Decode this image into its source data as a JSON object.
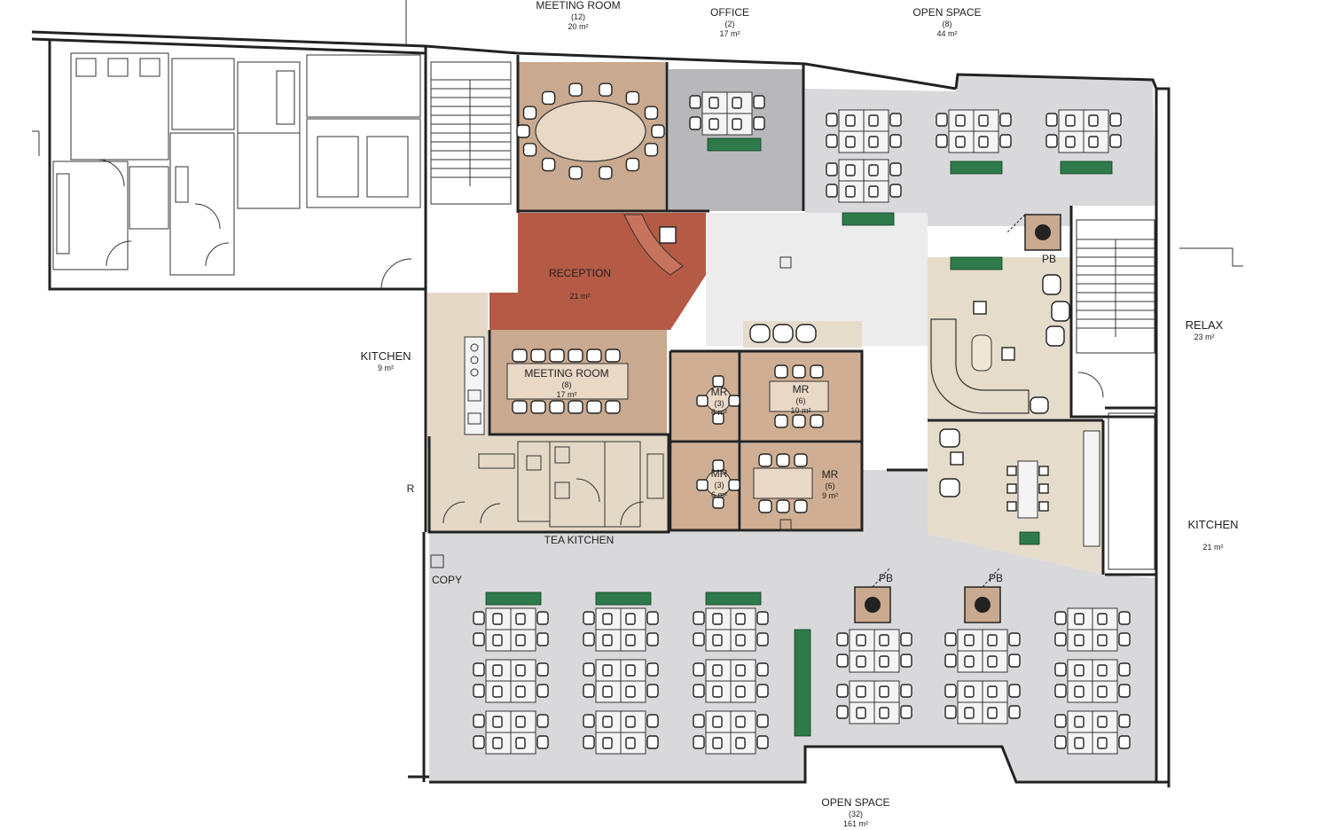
{
  "colors": {
    "open_space": "#d9d9db",
    "meeting_room": "#c9a98f",
    "office": "#b8b8ba",
    "reception": "#b45a45",
    "lounge": "#e6dccb",
    "service": "#e4d8c7",
    "mr_small": "#cfae93",
    "plant": "#2e7a4a",
    "wall": "#222222"
  },
  "rooms": {
    "meeting_room_top": {
      "name": "MEETING ROOM",
      "capacity": "(12)",
      "area": "20 m²"
    },
    "office": {
      "name": "OFFICE",
      "capacity": "(2)",
      "area": "17 m²"
    },
    "open_space_top": {
      "name": "OPEN SPACE",
      "capacity": "(8)",
      "area": "44 m²"
    },
    "reception": {
      "name": "RECEPTION",
      "area": "21 m²"
    },
    "kitchen_left": {
      "name": "KITCHEN",
      "area": "9 m²"
    },
    "meeting_room_mid": {
      "name": "MEETING ROOM",
      "capacity": "(8)",
      "area": "17 m²"
    },
    "mr_a": {
      "name": "MR",
      "capacity": "(3)",
      "area": "6 m²"
    },
    "mr_b": {
      "name": "MR",
      "capacity": "(6)",
      "area": "10 m²"
    },
    "mr_c": {
      "name": "MR",
      "capacity": "(3)",
      "area": "6 m²"
    },
    "mr_d": {
      "name": "MR",
      "capacity": "(6)",
      "area": "9 m²"
    },
    "tea_kitchen": {
      "name": "TEA KITCHEN"
    },
    "copy": {
      "name": "COPY"
    },
    "relax": {
      "name": "RELAX",
      "area": "23 m²"
    },
    "kitchen_right": {
      "name": "KITCHEN",
      "area": "21 m²"
    },
    "open_space_bottom": {
      "name": "OPEN SPACE",
      "capacity": "(32)",
      "area": "161 m²"
    },
    "cut_label": "R"
  },
  "phone_booths": [
    "PB",
    "PB",
    "PB"
  ]
}
